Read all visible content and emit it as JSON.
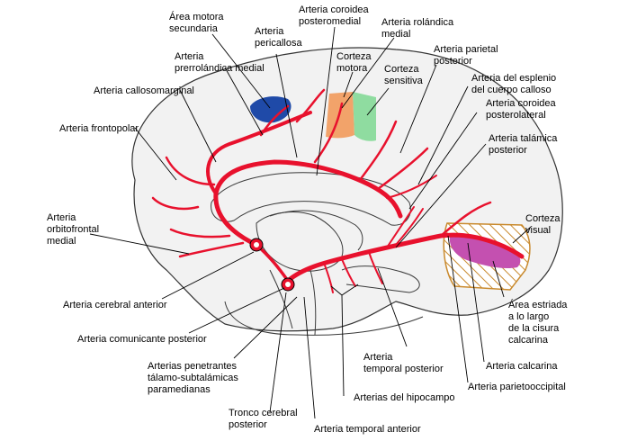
{
  "colors": {
    "brain": "#f2f2f2",
    "artery": "#e8112d",
    "motor_area_secondary": "#1f4aa8",
    "motor_cortex": "#f2a36a",
    "sensory_cortex": "#8fdca0",
    "visual_cortex_hatch": "#c98a2e",
    "striate_area": "#c450b0"
  },
  "labels": {
    "area_motora_secundaria": [
      "Área motora",
      "secundaria"
    ],
    "arteria_pericallosa": [
      "Arteria",
      "pericallosa"
    ],
    "arteria_coroidea_posteromedial": [
      "Arteria coroidea",
      "posteromedial"
    ],
    "arteria_rolandica_medial": [
      "Arteria rolándica",
      "medial"
    ],
    "corteza_motora": [
      "Corteza",
      "motora"
    ],
    "corteza_sensitiva": [
      "Corteza",
      "sensitiva"
    ],
    "arteria_parietal_posterior": [
      "Arteria parietal",
      "posterior"
    ],
    "arteria_prerrolandica_medial": [
      "Arteria",
      "prerrolándica medial"
    ],
    "arteria_esplenio": [
      "Arteria del esplenio",
      "del cuerpo calloso"
    ],
    "arteria_callosomarginal": [
      "Arteria callosomarginal"
    ],
    "arteria_coroidea_posterolateral": [
      "Arteria coroidea",
      "posterolateral"
    ],
    "arteria_frontopolar": [
      "Arteria frontopolar"
    ],
    "arteria_talamica_posterior": [
      "Arteria talámica",
      "posterior"
    ],
    "arteria_orbitofrontal_medial": [
      "Arteria",
      "orbitofrontal",
      "medial"
    ],
    "corteza_visual": [
      "Corteza",
      "visual"
    ],
    "arteria_cerebral_anterior": [
      "Arteria cerebral anterior"
    ],
    "area_estriada": [
      "Área estriada",
      "a lo largo",
      "de la cisura",
      "calcarina"
    ],
    "arteria_comunicante_posterior": [
      "Arteria comunicante posterior"
    ],
    "arterias_penetrantes": [
      "Arterias penetrantes",
      "tálamo-subtalámicas",
      "paramedianas"
    ],
    "arteria_temporal_posterior": [
      "Arteria",
      "temporal posterior"
    ],
    "arteria_calcarina": [
      "Arteria calcarina"
    ],
    "arteria_parietooccipital": [
      "Arteria parietooccipital"
    ],
    "arterias_hipocampo": [
      "Arterias del hipocampo"
    ],
    "tronco_cerebral_posterior": [
      "Tronco cerebral",
      "posterior"
    ],
    "arteria_temporal_anterior": [
      "Arteria temporal anterior"
    ]
  }
}
